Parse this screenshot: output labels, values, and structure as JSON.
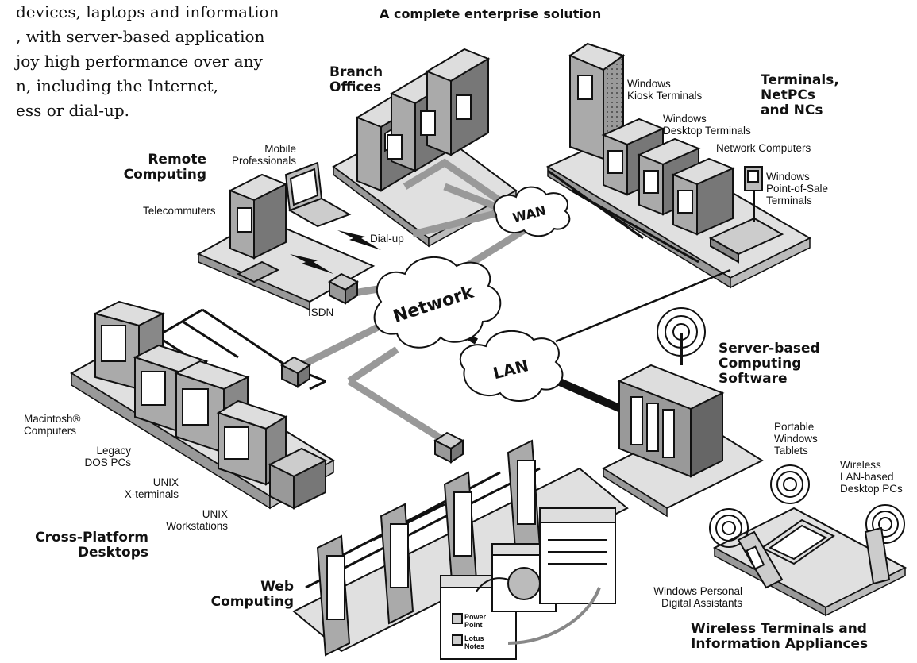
{
  "title": "A complete enterprise solution",
  "intro_lines": [
    "devices, laptops and information",
    ", with server-based application",
    "joy high performance over any",
    "n, including the Internet,",
    "ess or dial-up."
  ],
  "clouds": {
    "wan": "WAN",
    "network": "Network",
    "lan": "LAN"
  },
  "groups": {
    "branch_offices": [
      "Branch",
      "Offices"
    ],
    "remote_computing": [
      "Remote",
      "Computing"
    ],
    "terminals": [
      "Terminals,",
      "NetPCs",
      "and NCs"
    ],
    "server_based": [
      "Server-based",
      "Computing",
      "Software"
    ],
    "cross_platform": [
      "Cross-Platform",
      "Desktops"
    ],
    "web_computing": [
      "Web",
      "Computing"
    ],
    "wireless": [
      "Wireless Terminals and",
      "Information Appliances"
    ]
  },
  "labels": {
    "mobile": [
      "Mobile",
      "Professionals"
    ],
    "telecommuters": "Telecommuters",
    "dialup": "Dial-up",
    "isdn": "ISDN",
    "kiosk": [
      "Windows",
      "Kiosk Terminals"
    ],
    "desktop_terminals": [
      "Windows",
      "Desktop Terminals"
    ],
    "network_computers": "Network Computers",
    "pos": [
      "Windows",
      "Point-of-Sale",
      "Terminals"
    ],
    "macintosh": [
      "Macintosh®",
      "Computers"
    ],
    "legacy": [
      "Legacy",
      "DOS PCs"
    ],
    "unix_x": [
      "UNIX",
      "X-terminals"
    ],
    "unix_ws": [
      "UNIX",
      "Workstations"
    ],
    "tablets": [
      "Portable",
      "Windows",
      "Tablets"
    ],
    "wireless_lan": [
      "Wireless",
      "LAN-based",
      "Desktop PCs"
    ],
    "pda": [
      "Windows Personal",
      "Digital Assistants"
    ],
    "powerpoint": [
      "Power",
      "Point"
    ],
    "lotus": [
      "Lotus",
      "Notes"
    ]
  }
}
